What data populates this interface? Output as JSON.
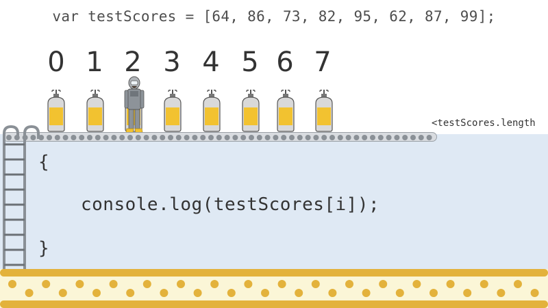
{
  "code_top": "var testScores = [64, 86, 73, 82, 95, 62, 87, 99];",
  "indices": [
    "0",
    "1",
    "2",
    "3",
    "4",
    "5",
    "6",
    "7"
  ],
  "length_label": "<testScores.length",
  "loop_body": {
    "open_brace": "{",
    "statement": "console.log(testScores[i]);",
    "close_brace": "}"
  },
  "colors": {
    "tank_fill": "#f2c230",
    "tank_body": "#d9d9d9",
    "water": "#dfe9f4",
    "sand": "#fbf6d7",
    "sand_accent": "#e3b23c",
    "text": "#4d4d4d"
  },
  "icons": {
    "tank": "scuba-tank-icon",
    "diver": "diver-figure",
    "ladder": "ladder-icon"
  }
}
